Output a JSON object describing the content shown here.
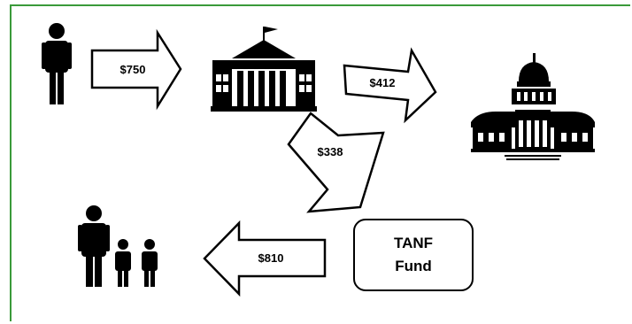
{
  "diagram": {
    "arrows": [
      {
        "id": "person-to-state",
        "amount": "$750"
      },
      {
        "id": "state-to-federal",
        "amount": "$412"
      },
      {
        "id": "state-to-fund",
        "amount": "$338"
      },
      {
        "id": "fund-to-family",
        "amount": "$810"
      }
    ],
    "fund_box": {
      "line1": "TANF",
      "line2": "Fund"
    },
    "icons": {
      "taxpayer": "person-icon",
      "state": "state-building-icon",
      "federal": "capitol-building-icon",
      "family": "family-icon"
    },
    "colors": {
      "frame": "#3a9a3a",
      "ink": "#000000"
    }
  }
}
